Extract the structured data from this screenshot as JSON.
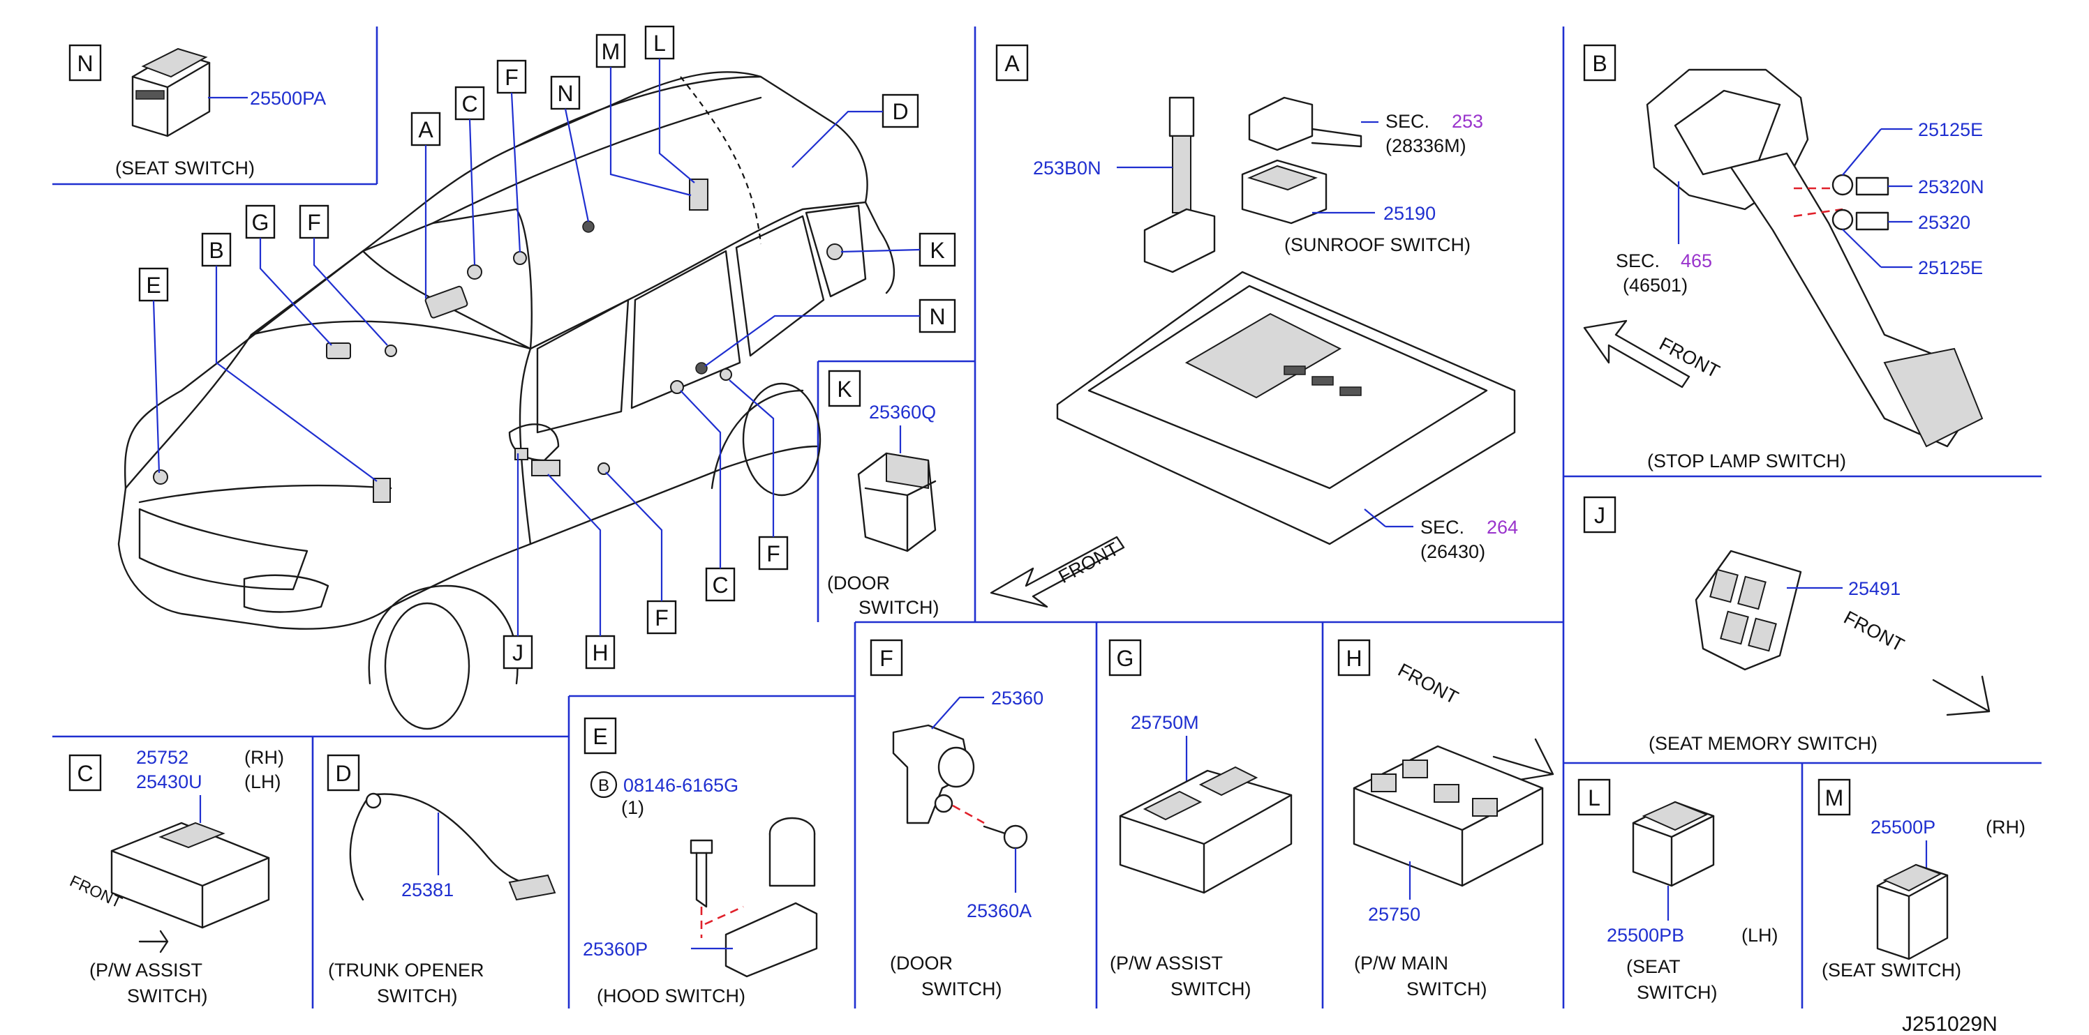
{
  "diagram_id": "J251029N",
  "vehicle": {
    "callouts": [
      "A",
      "C",
      "F",
      "N",
      "M",
      "L",
      "D",
      "K",
      "N",
      "G",
      "F",
      "B",
      "E",
      "C",
      "F",
      "F",
      "J",
      "H"
    ]
  },
  "panels": {
    "N": {
      "label": "N",
      "part": "25500PA",
      "caption_l1": "(SEAT   SWITCH)"
    },
    "A": {
      "label": "A",
      "part_harness": "253B0N",
      "sec_a": "SEC.",
      "sec_a_num": "253",
      "sec_a_sub": "(28336M)",
      "part_sunroof": "25190",
      "caption": "(SUNROOF   SWITCH)",
      "front": "FRONT",
      "sec_b": "SEC.",
      "sec_b_num": "264",
      "sec_b_sub": "(26430)"
    },
    "B": {
      "label": "B",
      "p1": "25125E",
      "p2": "25320N",
      "p3": "25320",
      "p4": "25125E",
      "sec": "SEC.",
      "sec_num": "465",
      "sec_sub": "(46501)",
      "front": "FRONT",
      "caption": "(STOP   LAMP   SWITCH)"
    },
    "K": {
      "label": "K",
      "part": "25360Q",
      "caption_l1": "(DOOR",
      "caption_l2": "SWITCH)"
    },
    "J": {
      "label": "J",
      "part": "25491",
      "front": "FRONT",
      "caption": "(SEAT   MEMORY   SWITCH)"
    },
    "C": {
      "label": "C",
      "part_rh": "25752",
      "rh": "(RH)",
      "part_lh": "25430U",
      "lh": "(LH)",
      "front": "FRONT",
      "caption_l1": "(P/W   ASSIST",
      "caption_l2": "SWITCH)"
    },
    "D": {
      "label": "D",
      "part": "25381",
      "caption_l1": "(TRUNK   OPENER",
      "caption_l2": "SWITCH)"
    },
    "E": {
      "label": "E",
      "bolt_circle": "B",
      "bolt_part": "08146-6165G",
      "bolt_qty": "(1)",
      "part": "25360P",
      "caption": "(HOOD   SWITCH)"
    },
    "F": {
      "label": "F",
      "part": "25360",
      "screw": "25360A",
      "caption_l1": "(DOOR",
      "caption_l2": "SWITCH)"
    },
    "G": {
      "label": "G",
      "part": "25750M",
      "caption_l1": "(P/W   ASSIST",
      "caption_l2": "SWITCH)"
    },
    "H": {
      "label": "H",
      "part": "25750",
      "front": "FRONT",
      "caption_l1": "(P/W   MAIN",
      "caption_l2": "SWITCH)"
    },
    "L": {
      "label": "L",
      "part": "25500PB",
      "lh": "(LH)",
      "caption_l1": "(SEAT",
      "caption_l2": "SWITCH)"
    },
    "M": {
      "label": "M",
      "part": "25500P",
      "rh": "(RH)",
      "caption_l1": "(SEAT   SWITCH)"
    }
  }
}
